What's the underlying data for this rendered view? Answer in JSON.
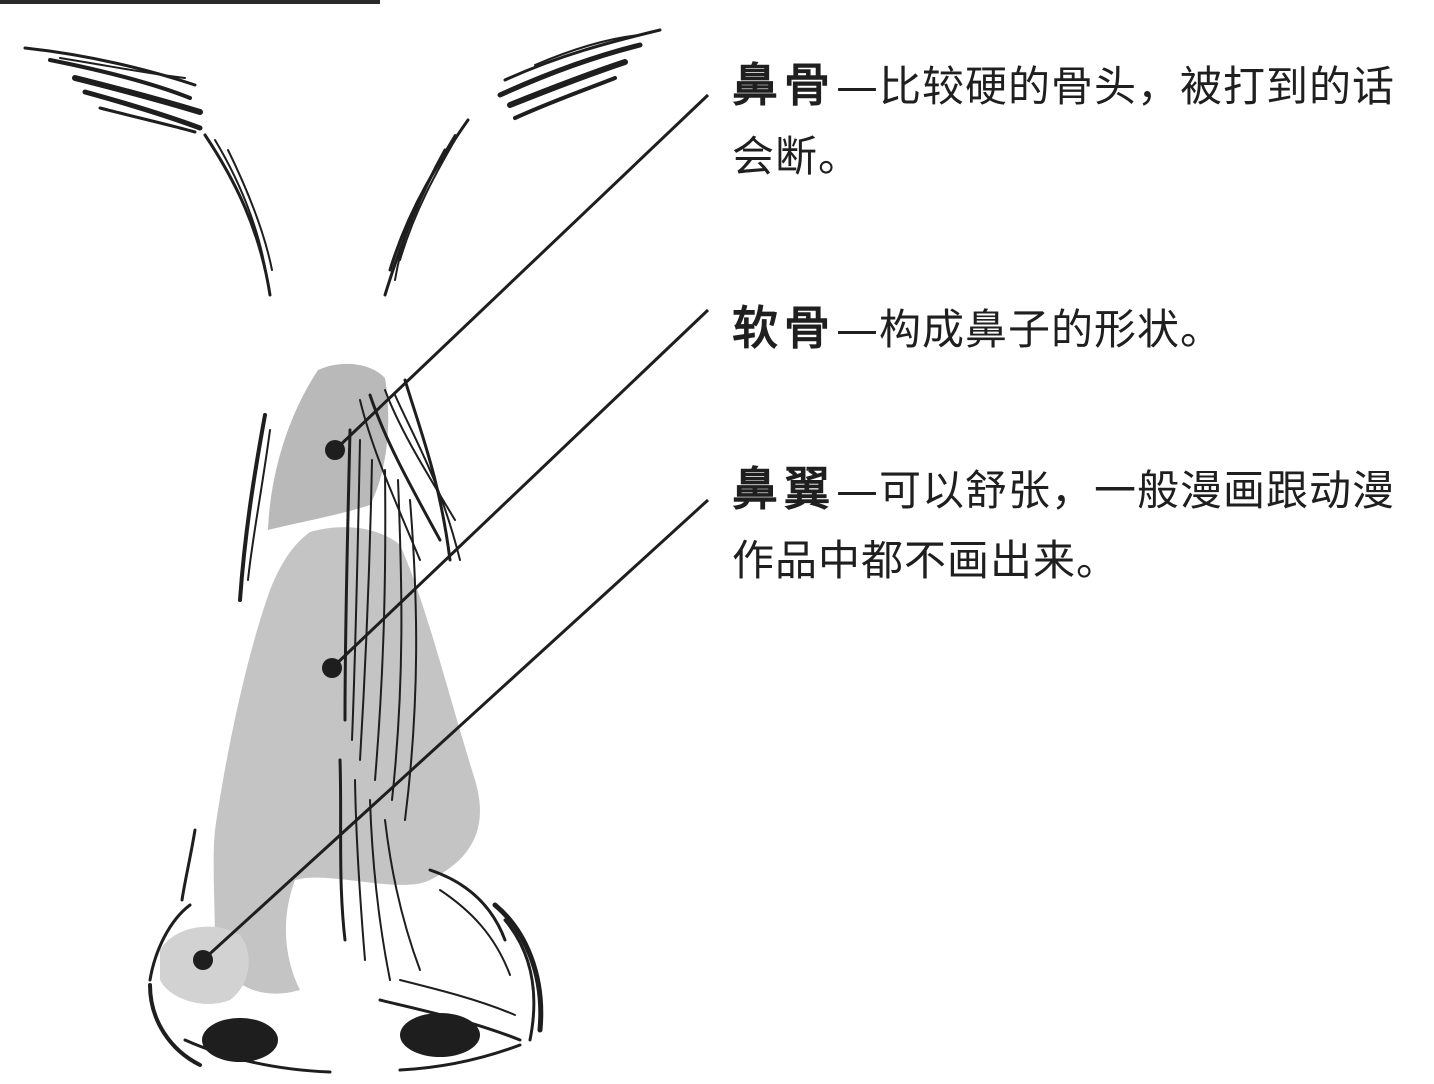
{
  "labels": [
    {
      "term": "鼻骨",
      "description": "—比较硬的骨头，被打到的话会断。"
    },
    {
      "term": "软骨",
      "description": "—构成鼻子的形状。"
    },
    {
      "term": "鼻翼",
      "description": "—可以舒张，一般漫画跟动漫作品中都不画出来。"
    }
  ],
  "colors": {
    "bone_region": "#b9b9b9",
    "cartilage_region": "#c4c4c4",
    "ink": "#1e1e1e",
    "background": "#ffffff"
  }
}
